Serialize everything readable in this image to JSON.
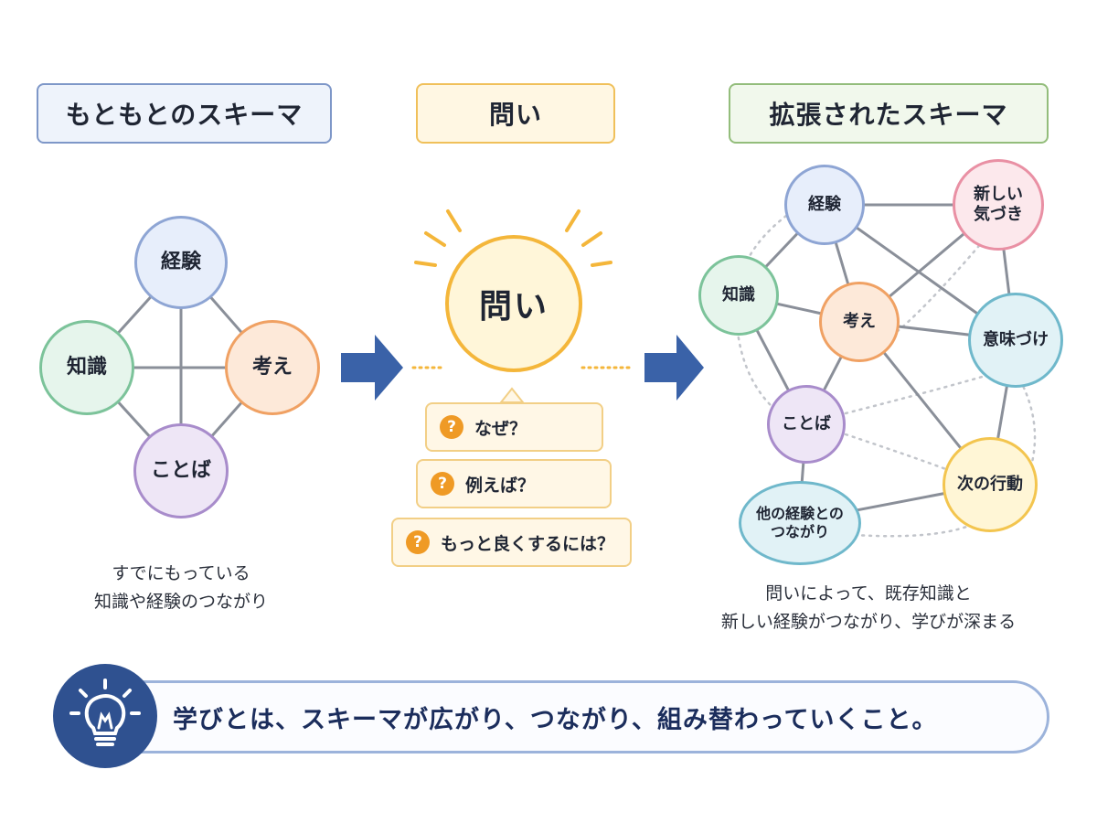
{
  "headers": {
    "original": "もともとのスキーマ",
    "question": "問い",
    "expanded": "拡張されたスキーマ"
  },
  "original_schema": {
    "nodes": {
      "experience": "経験",
      "knowledge": "知識",
      "thought": "考え",
      "words": "ことば"
    },
    "caption": [
      "すでにもっている",
      "知識や経験のつながり"
    ]
  },
  "question": {
    "bubble": "問い",
    "items": [
      "なぜ？",
      "例えば？",
      "もっと良くするには？"
    ],
    "mark": "?"
  },
  "expanded_schema": {
    "nodes": {
      "experience": "経験",
      "new_awareness": "新しい\n気づき",
      "knowledge": "知識",
      "thought": "考え",
      "meaning": "意味づけ",
      "words": "ことば",
      "next_action": "次の行動",
      "other_experience": "他の経験との\nつながり"
    },
    "caption": [
      "問いによって、既存知識と",
      "新しい経験がつながり、学びが深まる"
    ]
  },
  "banner": {
    "text": "学びとは、スキーマが広がり、つながり、組み替わっていくこと。",
    "icon": "lightbulb-icon"
  },
  "colors": {
    "arrow": "#3a62a8",
    "accent_yellow": "#f4b63a",
    "banner_navy": "#2f5190",
    "line": "#8a8f99"
  }
}
